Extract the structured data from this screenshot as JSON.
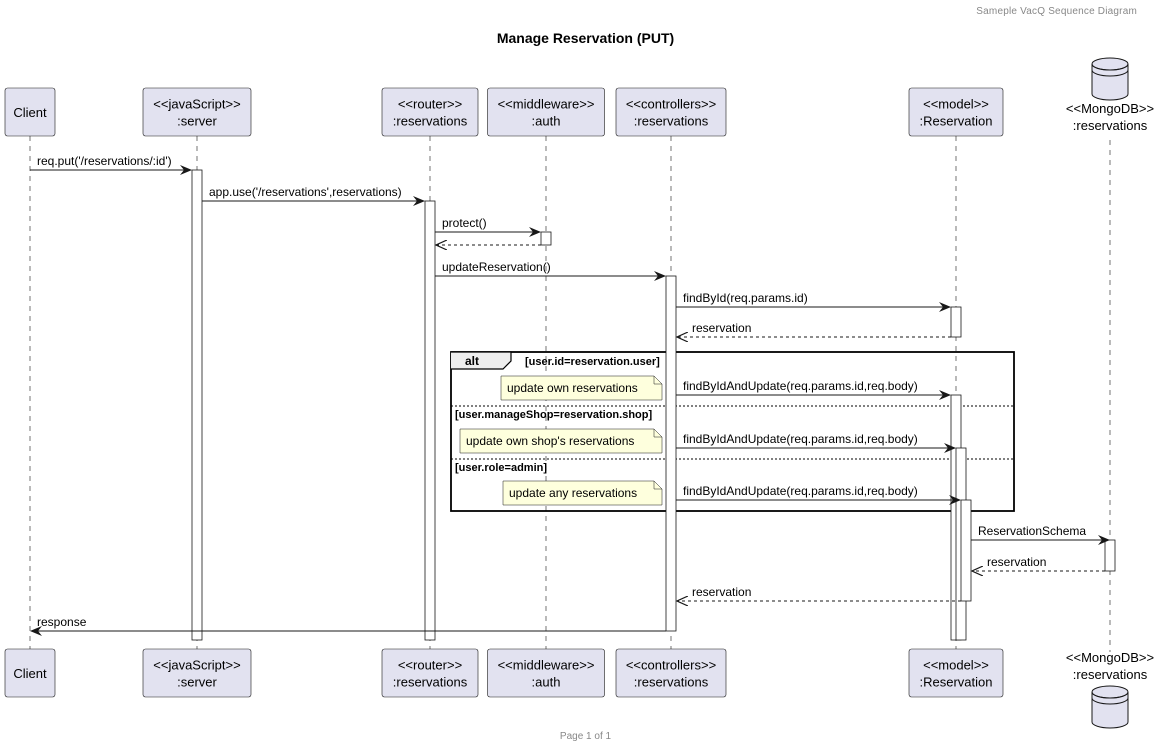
{
  "header": {
    "caption": "Sameple VacQ Sequence Diagram",
    "title": "Manage Reservation (PUT)"
  },
  "footer": {
    "page": "Page 1 of 1"
  },
  "participants": [
    {
      "id": "client",
      "kind": "box",
      "lines": [
        "Client"
      ]
    },
    {
      "id": "server",
      "kind": "box",
      "lines": [
        "<<javaScript>>",
        ":server"
      ]
    },
    {
      "id": "router",
      "kind": "box",
      "lines": [
        "<<router>>",
        ":reservations"
      ]
    },
    {
      "id": "auth",
      "kind": "box",
      "lines": [
        "<<middleware>>",
        ":auth"
      ]
    },
    {
      "id": "controller",
      "kind": "box",
      "lines": [
        "<<controllers>>",
        ":reservations"
      ]
    },
    {
      "id": "model",
      "kind": "box",
      "lines": [
        "<<model>>",
        ":Reservation"
      ]
    },
    {
      "id": "mongodb",
      "kind": "database",
      "lines": [
        "<<MongoDB>>",
        ":reservations"
      ]
    }
  ],
  "messages": [
    {
      "from": "client",
      "to": "server",
      "label": "req.put('/reservations/:id')",
      "style": "solid"
    },
    {
      "from": "server",
      "to": "router",
      "label": "app.use('/reservations',reservations)",
      "style": "solid"
    },
    {
      "from": "router",
      "to": "auth",
      "label": "protect()",
      "style": "solid"
    },
    {
      "from": "auth",
      "to": "router",
      "label": "",
      "style": "dashed"
    },
    {
      "from": "router",
      "to": "controller",
      "label": "updateReservation()",
      "style": "solid"
    },
    {
      "from": "controller",
      "to": "model",
      "label": "findById(req.params.id)",
      "style": "solid"
    },
    {
      "from": "model",
      "to": "controller",
      "label": "reservation",
      "style": "dashed"
    },
    {
      "from": "controller",
      "to": "model",
      "label": "findByIdAndUpdate(req.params.id,req.body)",
      "style": "solid"
    },
    {
      "from": "controller",
      "to": "model",
      "label": "findByIdAndUpdate(req.params.id,req.body)",
      "style": "solid"
    },
    {
      "from": "controller",
      "to": "model",
      "label": "findByIdAndUpdate(req.params.id,req.body)",
      "style": "solid"
    },
    {
      "from": "model",
      "to": "mongodb",
      "label": "ReservationSchema",
      "style": "solid"
    },
    {
      "from": "mongodb",
      "to": "model",
      "label": "reservation",
      "style": "dashed"
    },
    {
      "from": "model",
      "to": "controller",
      "label": "reservation",
      "style": "dashed"
    },
    {
      "from": "controller",
      "to": "client",
      "label": "response",
      "style": "solid"
    }
  ],
  "alt_fragment": {
    "keyword": "alt",
    "conditions": [
      "[user.id=reservation.user]",
      "[user.manageShop=reservation.shop]",
      "[user.role=admin]"
    ]
  },
  "notes": [
    "update own reservations",
    "update own shop's reservations",
    "update any reservations"
  ],
  "colors": {
    "participant_fill": "#E2E2F0",
    "participant_border": "#181818",
    "note_fill": "#FEFFDD",
    "lifeline": "#181818"
  }
}
